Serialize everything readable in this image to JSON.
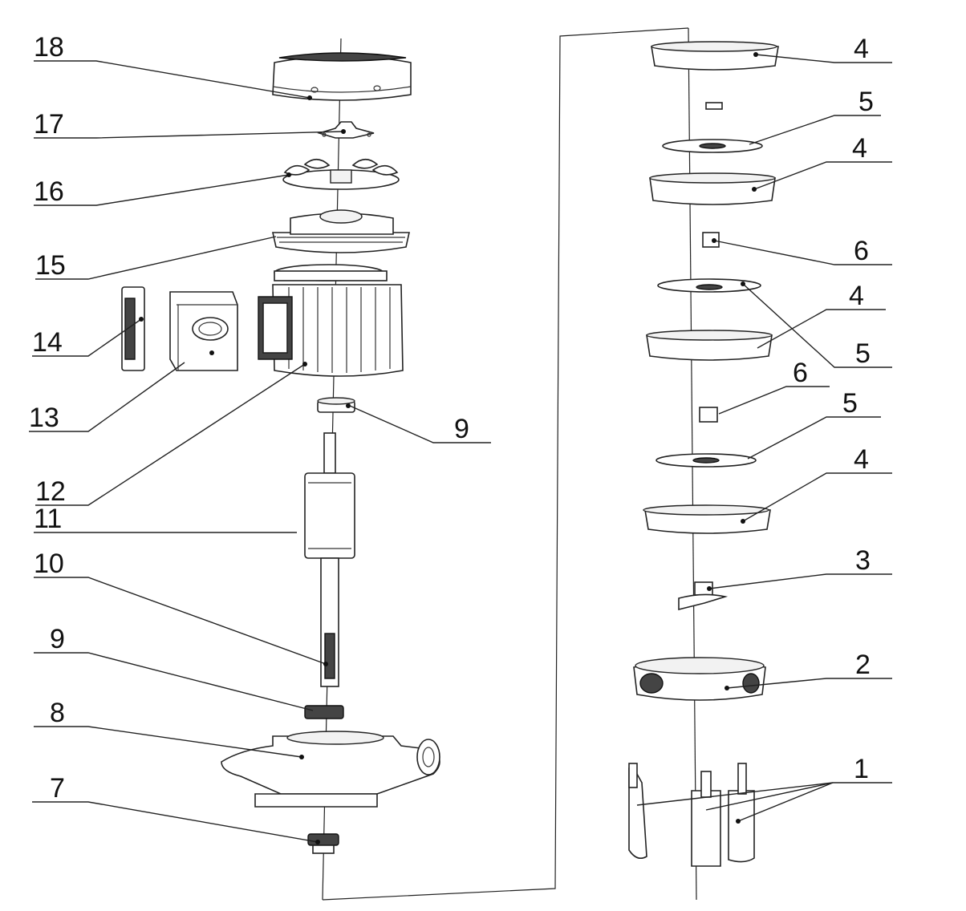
{
  "callouts": [
    {
      "id": "18",
      "label": "18"
    },
    {
      "id": "17",
      "label": "17"
    },
    {
      "id": "16",
      "label": "16"
    },
    {
      "id": "15",
      "label": "15"
    },
    {
      "id": "14",
      "label": "14"
    },
    {
      "id": "13",
      "label": "13"
    },
    {
      "id": "12",
      "label": "12"
    },
    {
      "id": "11",
      "label": "11"
    },
    {
      "id": "10",
      "label": "10"
    },
    {
      "id": "9a",
      "label": "9"
    },
    {
      "id": "9b",
      "label": "9"
    },
    {
      "id": "8",
      "label": "8"
    },
    {
      "id": "7",
      "label": "7"
    },
    {
      "id": "4a",
      "label": "4"
    },
    {
      "id": "5a",
      "label": "5"
    },
    {
      "id": "4b",
      "label": "4"
    },
    {
      "id": "6a",
      "label": "6"
    },
    {
      "id": "4c",
      "label": "4"
    },
    {
      "id": "5b",
      "label": "5"
    },
    {
      "id": "6b",
      "label": "6"
    },
    {
      "id": "5c",
      "label": "5"
    },
    {
      "id": "4d",
      "label": "4"
    },
    {
      "id": "3",
      "label": "3"
    },
    {
      "id": "2",
      "label": "2"
    },
    {
      "id": "1",
      "label": "1"
    }
  ]
}
